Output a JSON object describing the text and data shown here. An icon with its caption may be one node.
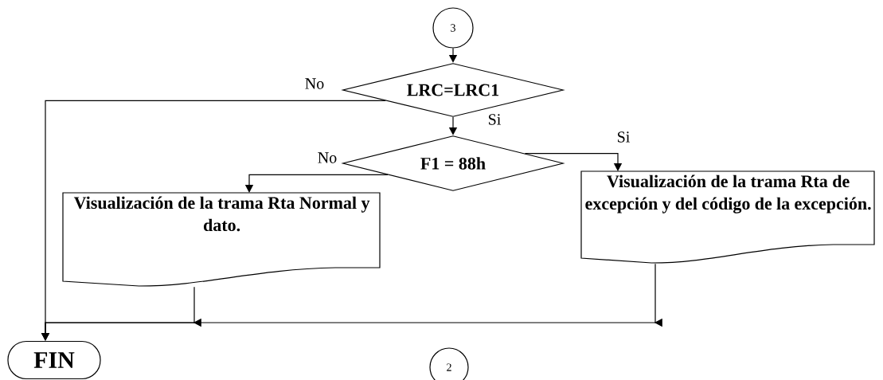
{
  "diagram": {
    "nodes": [
      {
        "text": [
          "3"
        ]
      },
      {
        "text": [
          "LRC=LRC1"
        ]
      },
      {
        "text": [
          "F1 = 88h"
        ]
      },
      {
        "text": [
          "Visualización de la trama Rta Normal y dato."
        ]
      },
      {
        "text": [
          "Visualización de la trama Rta de excepción y del código de la excepción."
        ]
      },
      {
        "text": [
          "FIN"
        ]
      },
      {
        "text": [
          "2"
        ]
      }
    ],
    "edges": [
      {
        "from": 0,
        "to": 1,
        "arrow": "to"
      },
      {
        "from": 1,
        "to": 2,
        "label": "Si",
        "arrow": "to"
      },
      {
        "from": 1,
        "to": 5,
        "label": "No",
        "arrow": "to"
      },
      {
        "from": 2,
        "to": 3,
        "label": "No",
        "arrow": "to"
      },
      {
        "from": 2,
        "to": 4,
        "label": "Si",
        "arrow": "to"
      },
      {
        "from": 3,
        "to": 5,
        "arrow": "to"
      },
      {
        "from": 4,
        "to": 5,
        "arrow": "to"
      }
    ]
  }
}
